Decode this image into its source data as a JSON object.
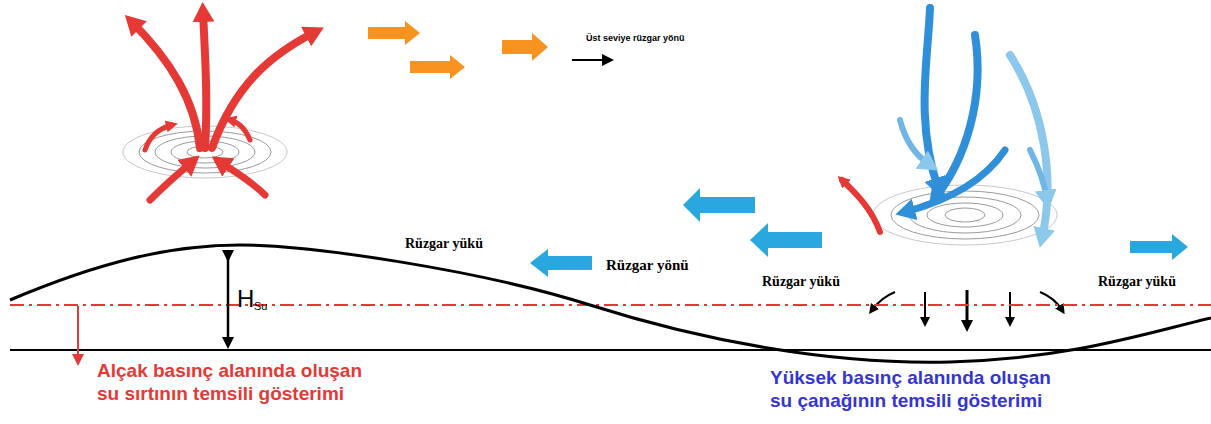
{
  "diagram": {
    "labels": [
      "Üst seviye rüzgar yönü",
      "Rüzgar yükü",
      "Rüzgar yönü",
      "Rüzgar yükü",
      "Rüzgar yükü",
      "H",
      "Su",
      "Alçak basınç alanında oluşan su sırtının temsili gösterimi",
      "Yüksek basınç alanında oluşan su çanağının temsili gösterimi"
    ]
  }
}
